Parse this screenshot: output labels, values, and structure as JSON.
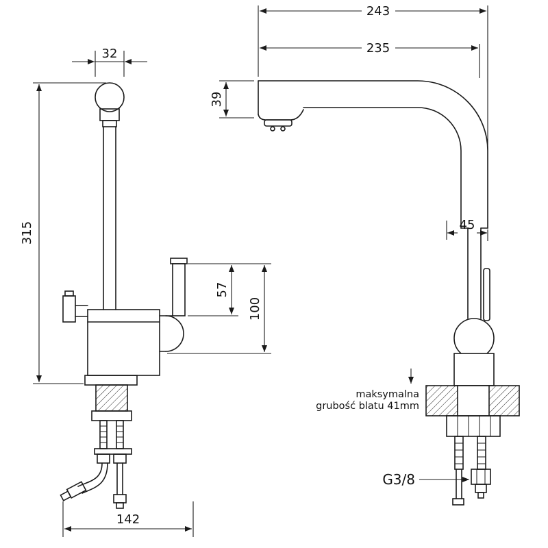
{
  "drawing": {
    "type": "technical-diagram",
    "subject": "kitchen faucet two-view dimensional drawing",
    "colors": {
      "line": "#1a1a1a",
      "background": "#ffffff"
    },
    "left_view": {
      "dim_spout_width": "32",
      "dim_total_height": "315",
      "dim_outlet_height": "57",
      "dim_body_height": "100",
      "dim_base_width": "142"
    },
    "right_view": {
      "dim_overall_depth": "243",
      "dim_spout_reach": "235",
      "dim_spout_height": "39",
      "dim_pipe_offset": "45",
      "note_line1": "maksymalna",
      "note_line2": "grubość blatu 41mm",
      "thread_size": "G3/8"
    }
  }
}
